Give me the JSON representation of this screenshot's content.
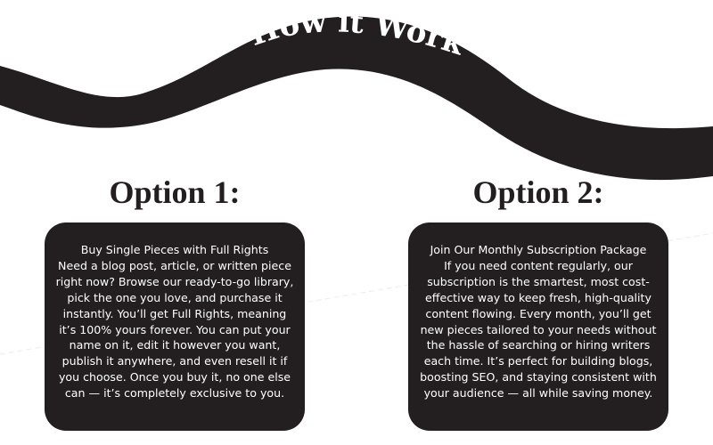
{
  "banner": {
    "title": "How it Works:"
  },
  "options": [
    {
      "title": "Option 1:",
      "heading": "Buy Single Pieces with Full Rights",
      "body": "Need a blog post, article, or written piece right now? Browse our ready-to-go library, pick the one you love, and purchase it instantly. You’ll get Full Rights, meaning it’s 100% yours forever. You can put your name on it, edit it however you want, publish it anywhere, and even resell it if you choose. Once you buy it, no one else can — it’s completely exclusive to you."
    },
    {
      "title": "Option 2:",
      "heading": "Join Our Monthly Subscription Package",
      "body": "If you need content regularly, our subscription is the smartest, most cost-effective way to keep fresh, high-quality content flowing. Every month, you’ll get new pieces tailored to your needs without the hassle of searching or hiring writers each time. It’s perfect for building blogs, boosting SEO, and staying consistent with your audience — all while saving money."
    }
  ],
  "colors": {
    "background": "#ffffff",
    "dark": "#231f20",
    "text_light": "#ffffff"
  }
}
